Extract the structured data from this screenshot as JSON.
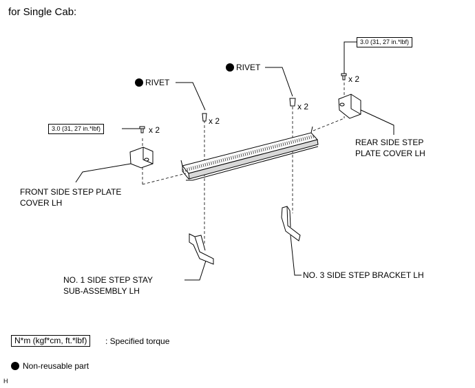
{
  "title": "for Single Cab:",
  "torque_value": "3.0 (31, 27 in.*lbf)",
  "quantity": "x 2",
  "rivet_label": "RIVET",
  "parts": {
    "front_cover": [
      "FRONT SIDE STEP PLATE",
      "COVER LH"
    ],
    "rear_cover": [
      "REAR SIDE STEP",
      "PLATE COVER LH"
    ],
    "stay": [
      "NO. 1 SIDE STEP STAY",
      "SUB-ASSEMBLY LH"
    ],
    "bracket": "NO. 3 SIDE STEP BRACKET LH"
  },
  "legend": {
    "torque_box": "N*m (kgf*cm, ft.*lbf)",
    "torque_desc": ": Specified torque",
    "nonreusable_desc": "Non-reusable part"
  },
  "figure_code": "H"
}
